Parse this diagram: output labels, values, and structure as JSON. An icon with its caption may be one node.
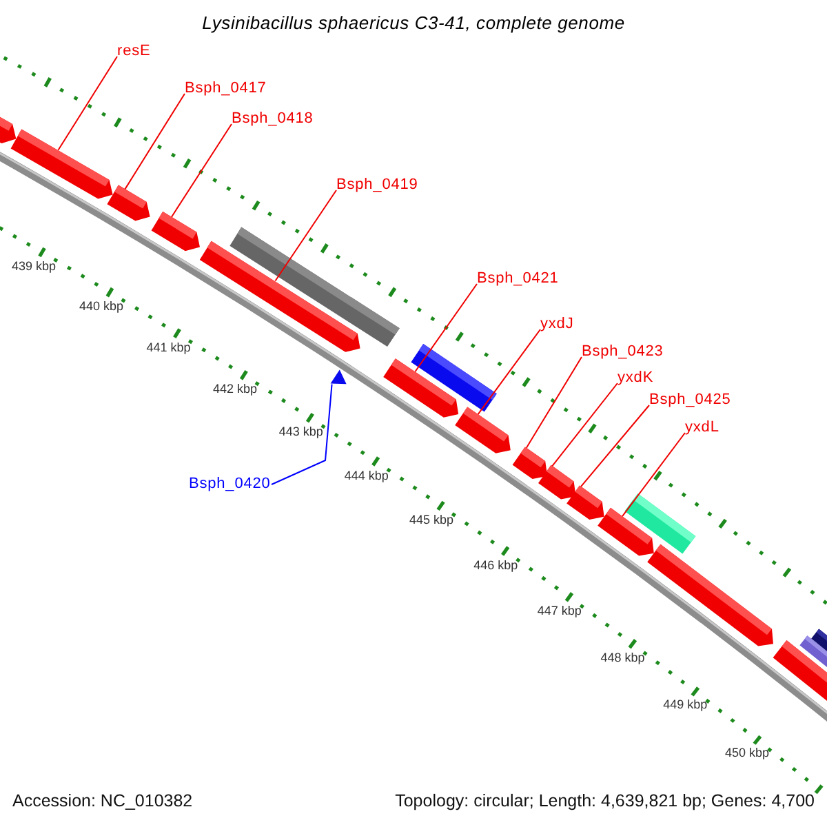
{
  "diagram": {
    "title": "Lysinibacillus sphaericus C3-41, complete genome",
    "nodes": [
      {
        "text": [
          "resE"
        ]
      },
      {
        "text": [
          "Bsph_0417"
        ]
      },
      {
        "text": [
          "Bsph_0418"
        ]
      },
      {
        "text": [
          "Bsph_0419"
        ]
      },
      {
        "text": [
          "Bsph_0421"
        ]
      },
      {
        "text": [
          "yxdJ"
        ]
      },
      {
        "text": [
          "Bsph_0423"
        ]
      },
      {
        "text": [
          "yxdK"
        ]
      },
      {
        "text": [
          "Bsph_0425"
        ]
      },
      {
        "text": [
          "yxdL"
        ]
      },
      {
        "text": [
          "Bsph_0420"
        ]
      },
      {
        "text": [],
        "shape": "bar"
      },
      {
        "text": [],
        "shape": "bar"
      },
      {
        "text": [],
        "shape": "bar"
      },
      {
        "text": [],
        "shape": "bar"
      },
      {
        "text": [],
        "shape": "bar"
      },
      {
        "text": [],
        "shape": "triangle"
      },
      {
        "text": [],
        "shape": "bar"
      },
      {
        "text": [],
        "shape": "bar"
      },
      {
        "text": [],
        "shape": "bar"
      },
      {
        "text": [],
        "shape": "bar"
      },
      {
        "text": [],
        "shape": "bar"
      },
      {
        "text": [],
        "shape": "bar"
      },
      {
        "text": [],
        "shape": "bar"
      },
      {
        "text": [],
        "shape": "bar"
      }
    ],
    "edges": [
      {
        "from": 0,
        "to": 12,
        "arrow": "none"
      },
      {
        "from": 1,
        "to": 13,
        "arrow": "none"
      },
      {
        "from": 2,
        "to": 14,
        "arrow": "none"
      },
      {
        "from": 3,
        "to": 15,
        "arrow": "none"
      },
      {
        "from": 4,
        "to": 17,
        "arrow": "none"
      },
      {
        "from": 5,
        "to": 18,
        "arrow": "none"
      },
      {
        "from": 6,
        "to": 19,
        "arrow": "none"
      },
      {
        "from": 7,
        "to": 20,
        "arrow": "none"
      },
      {
        "from": 8,
        "to": 21,
        "arrow": "none"
      },
      {
        "from": 9,
        "to": 22,
        "arrow": "none"
      },
      {
        "from": 10,
        "to": 16,
        "arrow": "none",
        "color": "#0000ff"
      }
    ],
    "labels": [
      "439 kbp",
      "440 kbp",
      "441 kbp",
      "442 kbp",
      "443 kbp",
      "444 kbp",
      "445 kbp",
      "446 kbp",
      "447 kbp",
      "448 kbp",
      "449 kbp",
      "450 kbp",
      "Accession: NC_010382",
      "Topology: circular; Length: 4,639,821 bp; Genes: 4,700"
    ]
  }
}
